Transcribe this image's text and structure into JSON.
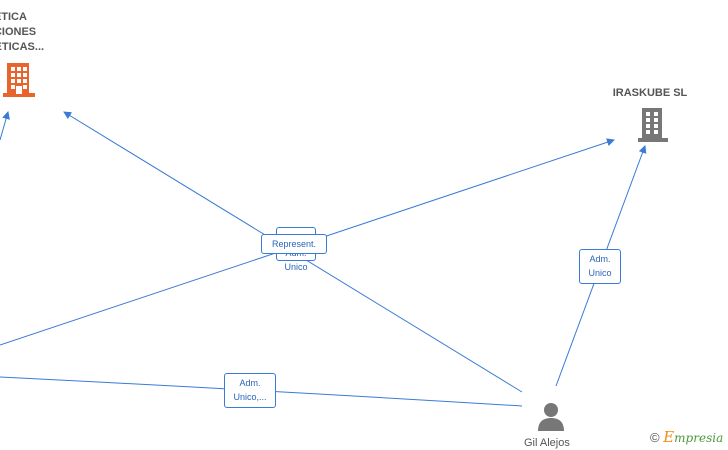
{
  "nodes": {
    "company_1": {
      "label_lines": [
        "NETICA",
        "UCIONES",
        "GETICAS..."
      ],
      "icon": "building-icon",
      "color": "#e8642c"
    },
    "company_2": {
      "label": "IRASKUBE  SL",
      "icon": "building-icon",
      "color": "#777777"
    },
    "person": {
      "label": "Gil Alejos",
      "icon": "person-icon",
      "color": "#777777"
    }
  },
  "edges": {
    "label_represent": "Represent.",
    "label_hidden_behind": "Adm. Unico",
    "label_adm_unico_right": [
      "Adm.",
      "Unico"
    ],
    "label_adm_unico_bottom": [
      "Adm.",
      "Unico,..."
    ]
  },
  "colors": {
    "edge": "#3a7bd5"
  },
  "brand": {
    "symbol": "©",
    "initial": "E",
    "rest": "mpresia"
  }
}
